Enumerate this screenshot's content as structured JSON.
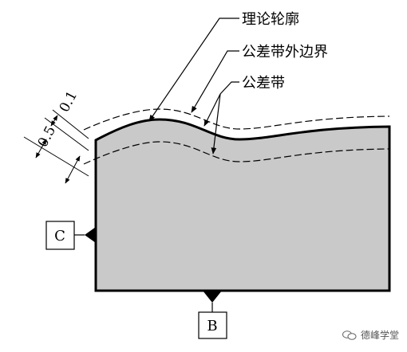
{
  "labels": {
    "theoretical_profile": "理论轮廓",
    "tolerance_outer_boundary": "公差带外边界",
    "tolerance_zone": "公差带"
  },
  "dimensions": {
    "outer": "0.1",
    "inner": "0.5"
  },
  "datums": {
    "side": "C",
    "bottom": "B"
  },
  "watermark": {
    "text": "德峰学堂",
    "icon": "wechat-icon"
  },
  "colors": {
    "part_fill": "#c9c9c9",
    "line": "#000000",
    "background": "#ffffff"
  }
}
